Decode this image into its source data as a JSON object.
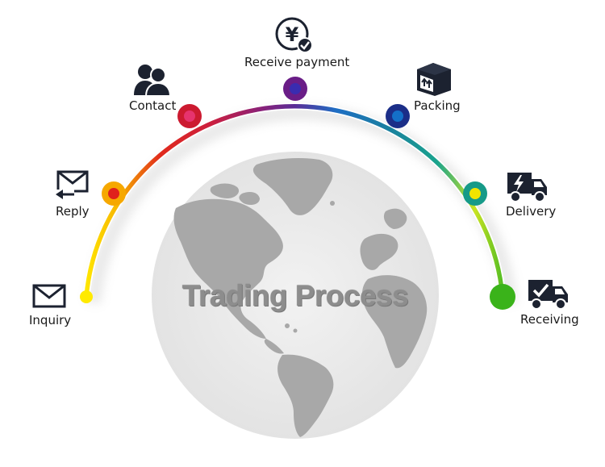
{
  "title": "Trading Process",
  "steps": [
    {
      "label": "Inquiry",
      "icon": "envelope-icon",
      "color": "#ffe500"
    },
    {
      "label": "Reply",
      "icon": "envelope-reply-icon",
      "color": "#ffb400"
    },
    {
      "label": "Contact",
      "icon": "people-icon",
      "color": "#d41f3c"
    },
    {
      "label": "Receive payment",
      "icon": "yen-coin-icon",
      "color": "#7d1b8c"
    },
    {
      "label": "Packing",
      "icon": "box-icon",
      "color": "#1f3d98"
    },
    {
      "label": "Delivery",
      "icon": "truck-lightning-icon",
      "color": "#159a8a"
    },
    {
      "label": "Receiving",
      "icon": "truck-check-icon",
      "color": "#3cb21b"
    }
  ],
  "colors": {
    "globe_fill": "#e9e9e9",
    "continent": "#a6a6a6",
    "icon_dark": "#1c2230"
  }
}
